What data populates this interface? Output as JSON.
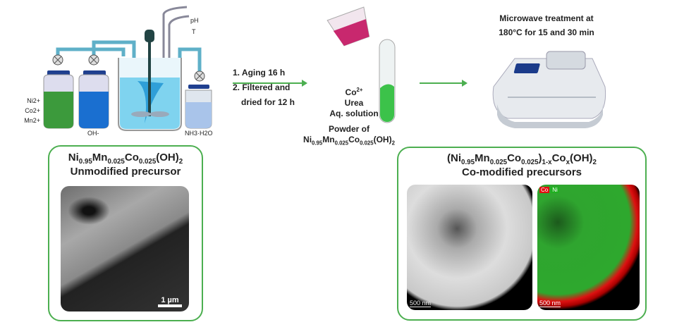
{
  "apparatus": {
    "feed_labels": [
      "Ni2+",
      "Co2+",
      "Mn2+"
    ],
    "hydroxide_label": "OH-",
    "ammonia_label": "NH3·H2O",
    "probe_labels": [
      "pH",
      "T"
    ]
  },
  "step1": {
    "line1": "1. Aging 16 h",
    "line2": "2. Filtered and",
    "line3": "dried for 12 h"
  },
  "co_solution": {
    "line1": "Co",
    "line1_sup": "2+",
    "line2": "Urea",
    "line3": "Aq. solution"
  },
  "powder": {
    "line1": "Powder of",
    "formula": {
      "ni": "Ni",
      "ni_sub": "0.95",
      "mn": "Mn",
      "mn_sub": "0.025",
      "co": "Co",
      "co_sub": "0.025",
      "oh": "(OH)",
      "oh_sub": "2"
    }
  },
  "microwave": {
    "line1": "Microwave treatment at",
    "line2": "180°C for 15 and 30 min"
  },
  "unmodified": {
    "formula": {
      "ni": "Ni",
      "ni_sub": "0.95",
      "mn": "Mn",
      "mn_sub": "0.025",
      "co": "Co",
      "co_sub": "0.025",
      "oh": "(OH)",
      "oh_sub": "2"
    },
    "subtitle": "Unmodified precursor",
    "scale_bar": "1 µm"
  },
  "modified": {
    "formula": {
      "open": "(Ni",
      "ni_sub": "0.95",
      "mn": "Mn",
      "mn_sub": "0.025",
      "co": "Co",
      "co_sub": "0.025",
      "close": ")",
      "x_sub": "1-x",
      "cox": "Co",
      "cox_sub": "x",
      "oh": "(OH)",
      "oh_sub": "2"
    },
    "subtitle": "Co-modified precursors",
    "tem_scale_bar": "500 nm",
    "eds_scale_bar": "500 nm",
    "eds_legend": [
      "Co",
      "Ni"
    ]
  },
  "colors": {
    "frame": "#4caf50",
    "arrow": "#4caf50",
    "co_map": "#e01010",
    "ni_map": "#20b020"
  }
}
